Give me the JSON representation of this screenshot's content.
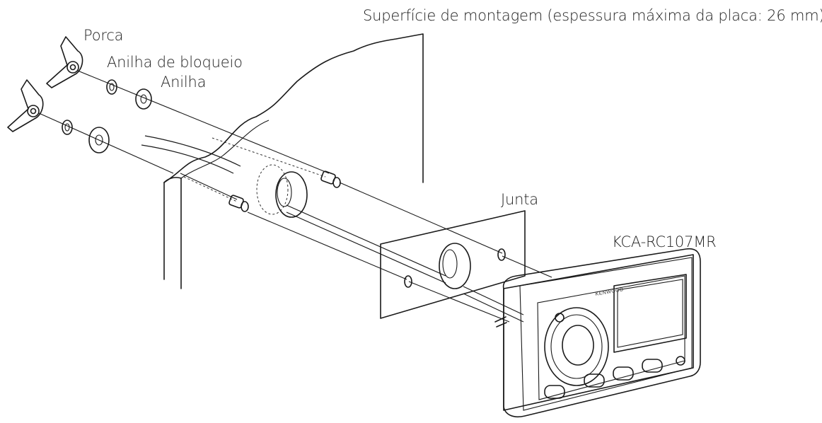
{
  "labels": {
    "surface": "Superfície de montagem (espessura máxima da placa: 26 mm)",
    "nut": "Porca",
    "lock_washer": "Anilha de bloqueio",
    "washer": "Anilha",
    "gasket": "Junta",
    "model": "KCA-RC107MR"
  },
  "device": {
    "brand": "KENWOOD"
  },
  "colors": {
    "line": "#1a1a1a",
    "background": "#ffffff"
  }
}
